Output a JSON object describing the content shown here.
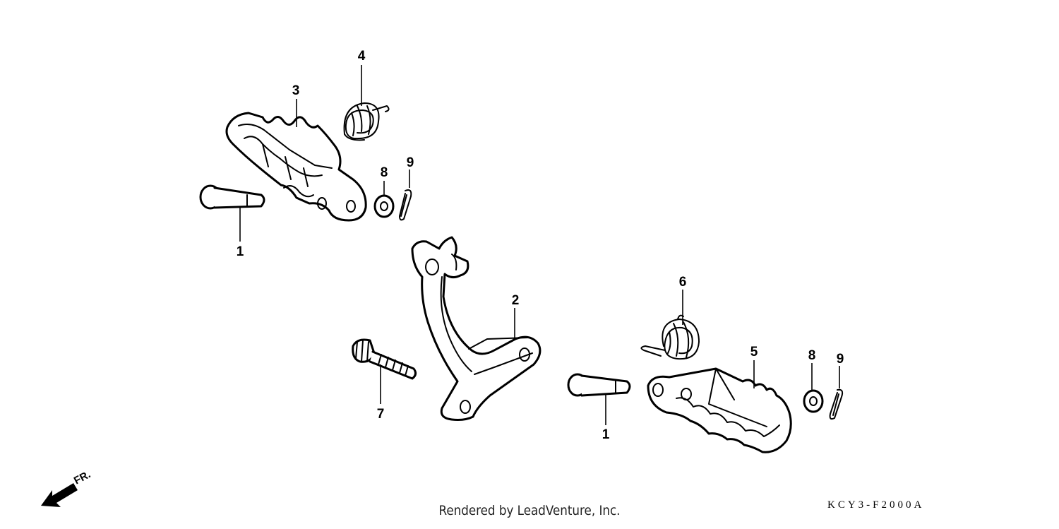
{
  "diagram": {
    "callouts": [
      "1",
      "3",
      "4",
      "8",
      "9",
      "2",
      "7",
      "6",
      "5",
      "8",
      "9",
      "1"
    ],
    "front_arrow_label": "FR.",
    "drawing_code": "KCY3-F2000A"
  },
  "footer": {
    "credit": "Rendered by LeadVenture, Inc."
  }
}
